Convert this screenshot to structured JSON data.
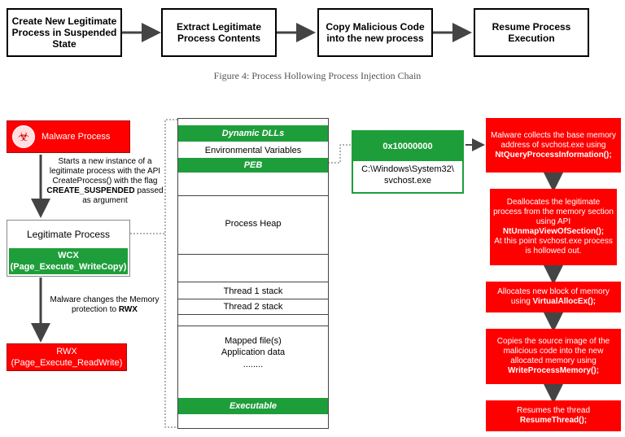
{
  "flow": {
    "step1": "Create New Legitimate Process in Suspended State",
    "step2": "Extract Legitimate Process Contents",
    "step3": "Copy Malicious Code into the new process",
    "step4": "Resume Process Execution",
    "caption": "Figure 4: Process Hollowing Process Injection Chain"
  },
  "left": {
    "malware_label": "Malware Process",
    "desc1_a": "Starts a new instance of a legitimate process with the API CreateProcess() with the flag ",
    "desc1_b": "CREATE_SUSPENDED",
    "desc1_c": " passed as argument",
    "legit_label": "Legitimate Process",
    "wcx_title": "WCX",
    "wcx_sub": "(Page_Execute_WriteCopy)",
    "desc2_a": "Malware changes the Memory protection to ",
    "desc2_b": "RWX",
    "rwx_title": "RWX",
    "rwx_sub": "(Page_Execute_ReadWrite)"
  },
  "memory": {
    "dynamic_dlls": "Dynamic DLLs",
    "env_vars": "Environmental Variables",
    "peb": "PEB",
    "heap": "Process Heap",
    "thread1": "Thread 1 stack",
    "thread2": "Thread 2 stack",
    "mapped1": "Mapped file(s)",
    "mapped2": "Application data",
    "dots": "........",
    "executable": "Executable"
  },
  "peb_box": {
    "address": "0x10000000",
    "path": "C:\\Windows\\System32\\ svchost.exe"
  },
  "steps": {
    "s1_a": "Malware collects the base memory address of svchost.exe using",
    "s1_b": "NtQueryProcessInformation();",
    "s2_a": "Deallocates the legitimate process from the memory section using API",
    "s2_b": "NtUnmapViewOfSection();",
    "s2_c": "At this point svchost.exe process is hollowed out.",
    "s3_a": "Allocates new block of memory using ",
    "s3_b": "VirtualAllocEx();",
    "s4_a": "Copies the source image of the malicious code into the new allocated memory using",
    "s4_b": "WriteProcessMemory();",
    "s5_a": "Resumes the thread",
    "s5_b": "ResumeThread();"
  },
  "colors": {
    "red": "#ff0000",
    "green": "#1e9e3a"
  }
}
